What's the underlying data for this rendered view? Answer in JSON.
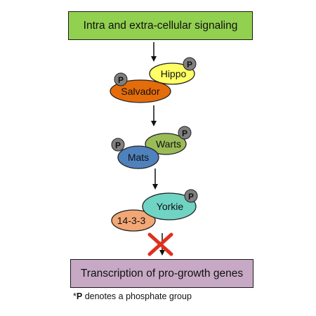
{
  "top_box": {
    "label": "Intra and extra-cellular signaling",
    "fill": "#92d050"
  },
  "complex_1": {
    "upper": {
      "label": "Hippo",
      "fill": "#ffff66"
    },
    "lower": {
      "label": "Salvador",
      "fill": "#e46c0a"
    }
  },
  "complex_2": {
    "upper": {
      "label": "Warts",
      "fill": "#9bbb59"
    },
    "lower": {
      "label": "Mats",
      "fill": "#4f81bd"
    }
  },
  "complex_3": {
    "upper": {
      "label": "Yorkie",
      "fill": "#6fd4c4"
    },
    "lower": {
      "label": "14-3-3",
      "fill": "#f2a775"
    }
  },
  "phospho": {
    "label": "P",
    "fill": "#7f7f7f"
  },
  "block_mark": {
    "icon": "red-x-icon",
    "color": "#e0301e"
  },
  "bottom_box": {
    "label": "Transcription of pro-growth genes",
    "fill": "#c7a9c5"
  },
  "footnote": {
    "prefix": "*",
    "bold": "P",
    "rest": " denotes a phosphate group"
  }
}
